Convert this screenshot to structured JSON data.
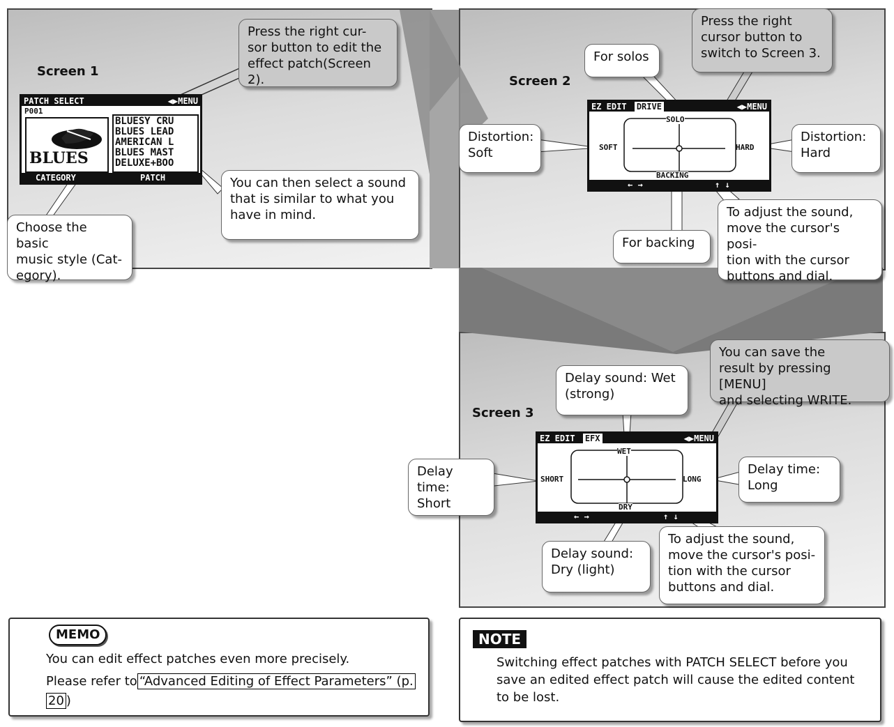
{
  "screen1": {
    "label": "Screen 1",
    "lcd": {
      "title": "PATCH SELECT",
      "menu": "MENU",
      "patch_no": "P001",
      "logo_text": "BLUES",
      "patches": [
        "BLUESY CRU",
        "BLUES LEAD",
        "AMERICAN L",
        "BLUES MAST",
        "DELUXE+BOO"
      ],
      "footer_left": "CATEGORY",
      "footer_right": "PATCH"
    },
    "callout_right": "Press the right cur-\nsor button to edit the\neffect patch(Screen 2).",
    "callout_select": "You can then select a sound\nthat is similar to what you\nhave in mind.",
    "callout_category": "Choose the basic\nmusic style (Cat-\negory)."
  },
  "screen2": {
    "label": "Screen 2",
    "lcd": {
      "title": "EZ EDIT",
      "mode": "DRIVE",
      "menu": "MENU",
      "top": "SOLO",
      "bottom": "BACKING",
      "left": "SOFT",
      "right": "HARD",
      "foot_left": "← →",
      "foot_right": "↑ ↓"
    },
    "callout_solos": "For solos",
    "callout_next": "Press the right\ncursor button to\nswitch to Screen 3.",
    "callout_soft": "Distortion:\nSoft",
    "callout_hard": "Distortion:\nHard",
    "callout_backing": "For backing",
    "callout_adjust": "To adjust the sound,\nmove the cursor's posi-\ntion with the cursor\nbuttons and dial."
  },
  "screen3": {
    "label": "Screen 3",
    "lcd": {
      "title": "EZ EDIT",
      "mode": "EFX",
      "menu": "MENU",
      "top": "WET",
      "bottom": "DRY",
      "left": "SHORT",
      "right": "LONG",
      "foot_left": "← →",
      "foot_right": "↑ ↓"
    },
    "callout_save": "You can save the\nresult by pressing [MENU]\nand selecting WRITE.",
    "callout_wet": "Delay sound: Wet\n(strong)",
    "callout_short": "Delay time:\nShort",
    "callout_long": "Delay time:\nLong",
    "callout_dry": "Delay sound:\nDry (light)",
    "callout_adjust": "To adjust the sound,\nmove the cursor's posi-\ntion with the cursor\nbuttons and dial."
  },
  "memo": {
    "badge": "MEMO",
    "line1": "You can edit effect patches even more precisely.",
    "line2_prefix": "Please refer to",
    "link": "“Advanced Editing of Effect Parameters” (p.",
    "page": "20",
    "suffix": ")"
  },
  "note": {
    "badge": "NOTE",
    "text": "Switching effect patches with PATCH SELECT before you\nsave an edited effect patch will cause the edited content\nto be lost."
  }
}
